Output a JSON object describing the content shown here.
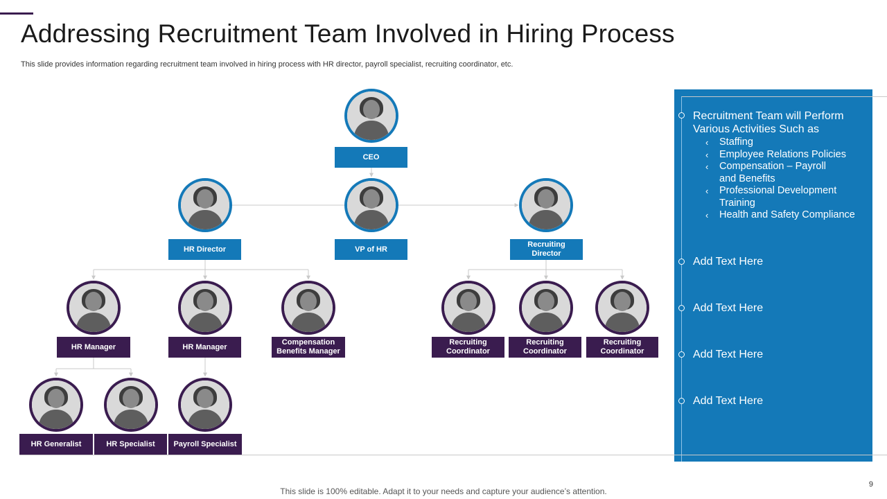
{
  "slide": {
    "title": "Addressing Recruitment Team Involved in Hiring Process",
    "subtitle": "This slide provides information regarding recruitment team involved in hiring process with HR director, payroll specialist, recruiting coordinator, etc.",
    "footer": "This slide is 100% editable. Adapt it to your needs and capture your audience’s attention.",
    "page_number": "9"
  },
  "colors": {
    "blue": "#1479b8",
    "purple": "#3a1c4f",
    "connector": "#c9c9c9"
  },
  "org": {
    "ceo": "CEO",
    "hr_director": "HR Director",
    "vp_hr": "VP of HR",
    "recruiting_director": "Recruiting Director",
    "hr_manager_1": "HR Manager",
    "hr_manager_2": "HR Manager",
    "compensation_manager": "Compensation Benefits Manager",
    "recruiting_coordinator_1": "Recruiting Coordinator",
    "recruiting_coordinator_2": "Recruiting Coordinator",
    "recruiting_coordinator_3": "Recruiting Coordinator",
    "hr_generalist": "HR Generalist",
    "hr_specialist": "HR Specialist",
    "payroll_specialist": "Payroll Specialist"
  },
  "panel": {
    "heading": "Recruitment Team will Perform Various Activities Such as",
    "activities": [
      "Staffing",
      "Employee Relations Policies",
      "Compensation – Payroll and Benefits",
      "Professional Development Training",
      "Health and Safety Compliance"
    ],
    "bullet_glyph": "‹",
    "placeholders": [
      "Add Text Here",
      "Add Text Here",
      "Add Text Here",
      "Add Text Here"
    ]
  }
}
